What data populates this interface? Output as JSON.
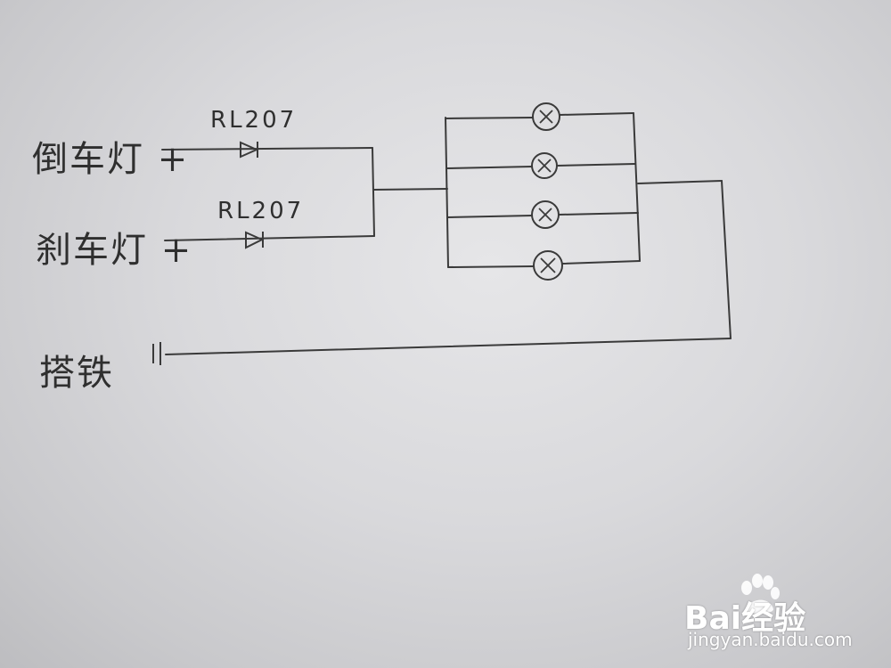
{
  "labels": {
    "reverse_light": "倒车灯 +",
    "brake_light": "刹车灯 +",
    "ground": "搭铁"
  },
  "diodes": {
    "top": "RL207",
    "bottom": "RL207"
  },
  "watermark": {
    "brand": "Bai经验",
    "url": "jingyan.baidu.com"
  }
}
